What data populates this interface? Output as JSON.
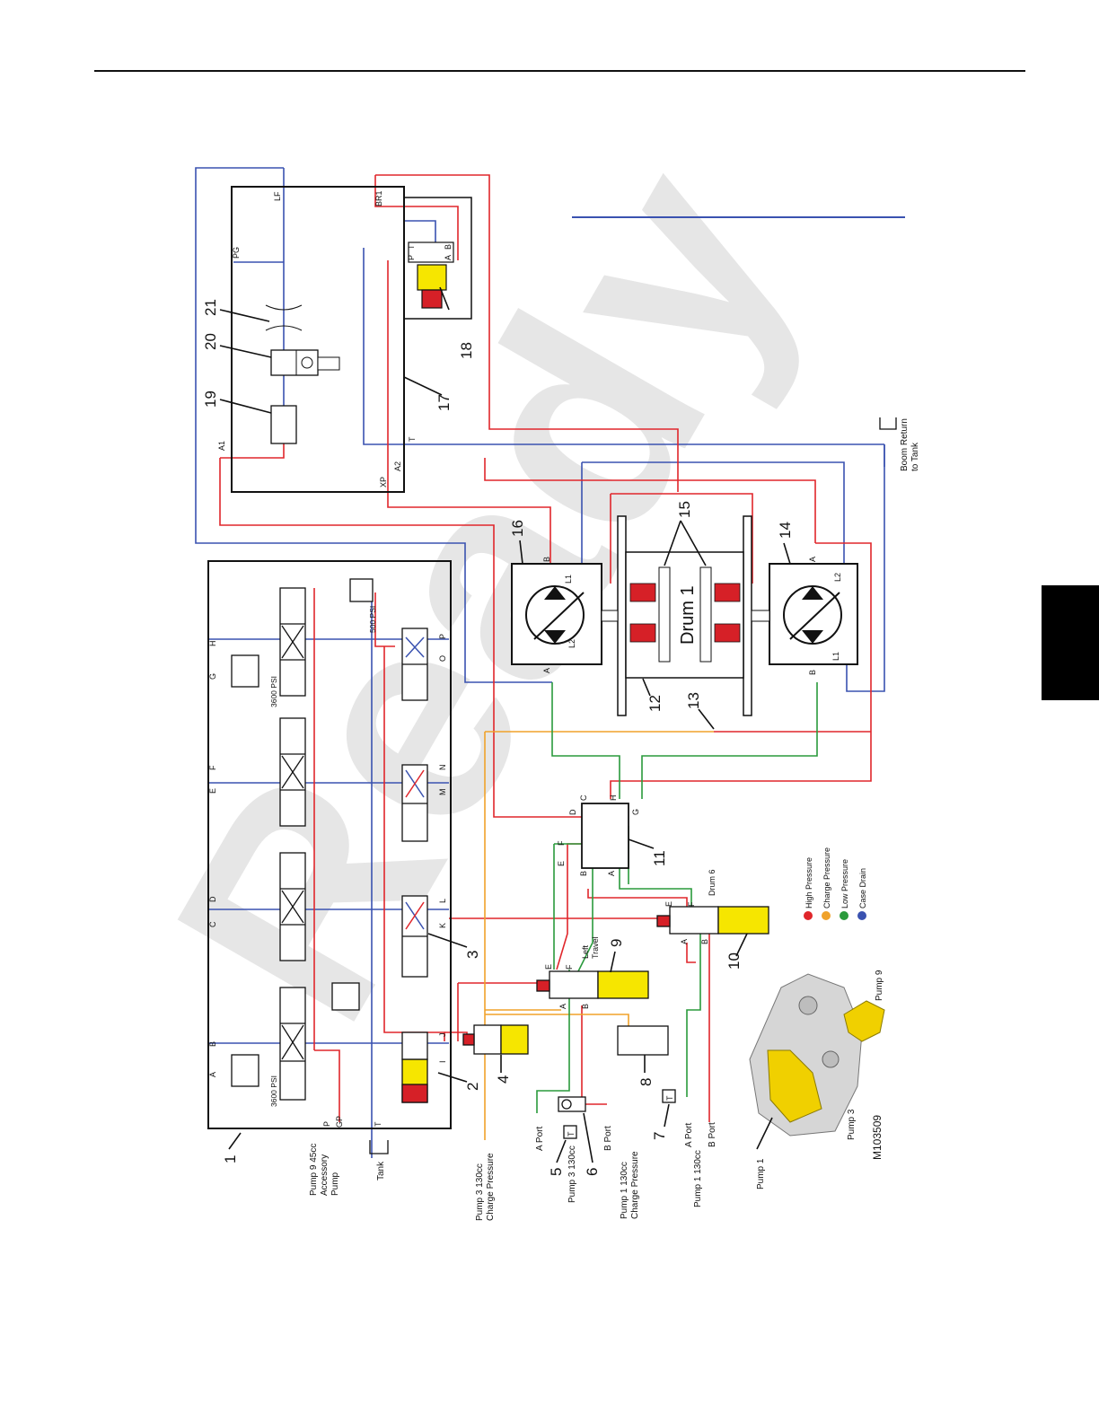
{
  "figure_code": "M103509",
  "components": {
    "n1": "1",
    "n2": "2",
    "n3": "3",
    "n4": "4",
    "n5": "5",
    "n6": "6",
    "n7": "7",
    "n8": "8",
    "n9": "9",
    "n10": "10",
    "n11": "11",
    "n12": "12",
    "n13": "13",
    "n14": "14",
    "n15": "15",
    "n16": "16",
    "n17": "17",
    "n18": "18",
    "n19": "19",
    "n20": "20",
    "n21": "21"
  },
  "drum_label": "Drum 1",
  "pressure_labels": {
    "p3600a": "3600 PSI",
    "p3600b": "3600 PSI",
    "p500": "500 PSI"
  },
  "valve_ports": {
    "A": "A",
    "B": "B",
    "C": "C",
    "D": "D",
    "E": "E",
    "F": "F",
    "G": "G",
    "H": "H",
    "I": "I",
    "J": "J",
    "K": "K",
    "L": "L",
    "M": "M",
    "N": "N",
    "O": "O",
    "P": "P",
    "P_in": "P",
    "GP": "GP",
    "T": "T"
  },
  "brake_block": {
    "LF": "LF",
    "PG": "PG",
    "BR1": "BR1",
    "A1": "A1",
    "A2": "A2",
    "XP": "XP",
    "T": "T",
    "P": "P",
    "T2": "T",
    "A": "A",
    "B": "B"
  },
  "motor_ports": {
    "B16": "B",
    "L1_16": "L1",
    "L2_16": "L2",
    "A16": "A",
    "A14": "A",
    "L2_14": "L2",
    "L1_14": "L1",
    "B14": "B"
  },
  "manifold11": {
    "C": "C",
    "D": "D",
    "H": "H",
    "G": "G",
    "E": "E",
    "F": "F",
    "B": "B",
    "A": "A"
  },
  "valve9": {
    "E": "E",
    "F": "F",
    "A": "A",
    "B": "B",
    "left": "Left",
    "travel": "Travel"
  },
  "valve10": {
    "E": "E",
    "F": "F",
    "A": "A",
    "B": "B",
    "drum6": "Drum 6"
  },
  "sources": {
    "pump9": [
      "Pump 9 45cc",
      "Accessory",
      "Pump"
    ],
    "tank": "Tank",
    "pump3_charge": [
      "Pump 3 130cc",
      "Charge Pressure"
    ],
    "a_port_left": "A Port",
    "pump3": "Pump 3 130cc",
    "b_port_left": "B Port",
    "pump1_charge": [
      "Pump 1 130cc",
      "Charge Pressure"
    ],
    "a_port_right": "A Port",
    "pump1": "Pump 1 130cc",
    "b_port_right": "B Port",
    "boom_return": [
      "Boom Return",
      "to Tank"
    ],
    "T5": "T",
    "T7": "T"
  },
  "legend": [
    {
      "label": "High Pressure",
      "color": "#e0262b"
    },
    {
      "label": "Charge Pressure",
      "color": "#f0a22a"
    },
    {
      "label": "Low Pressure",
      "color": "#2a9a3c"
    },
    {
      "label": "Case Drain",
      "color": "#3a52b0"
    }
  ],
  "pump_photo_labels": {
    "pump1": "Pump 1",
    "pump3": "Pump 3",
    "pump9": "Pump 9"
  },
  "watermark": "Ready",
  "colors": {
    "high": "#e0262b",
    "charge": "#f0a22a",
    "low": "#2a9a3c",
    "drain": "#3a52b0",
    "solenoid": "#f6e600",
    "coil": "#d62027"
  }
}
